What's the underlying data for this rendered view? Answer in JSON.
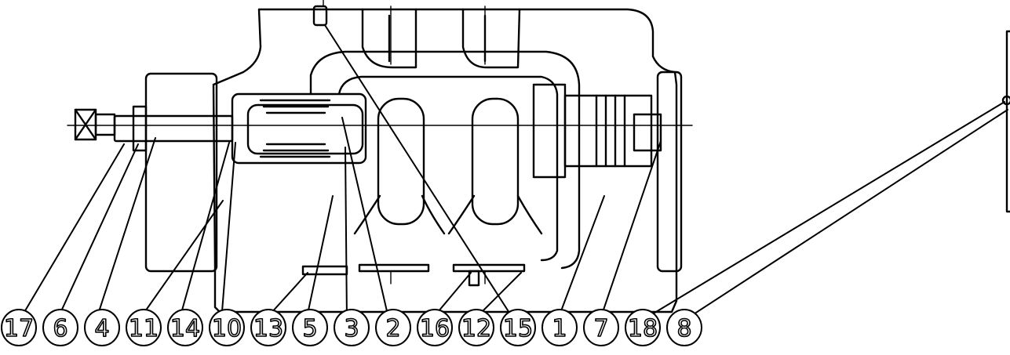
{
  "diagram": {
    "line_color": "#000000",
    "background": "#ffffff",
    "callouts": [
      {
        "label": "17"
      },
      {
        "label": "6"
      },
      {
        "label": "4"
      },
      {
        "label": "11"
      },
      {
        "label": "14"
      },
      {
        "label": "10"
      },
      {
        "label": "13"
      },
      {
        "label": "5"
      },
      {
        "label": "3"
      },
      {
        "label": "2"
      },
      {
        "label": "16"
      },
      {
        "label": "12"
      },
      {
        "label": "15"
      },
      {
        "label": "1"
      },
      {
        "label": "7"
      },
      {
        "label": "18"
      },
      {
        "label": "8"
      }
    ]
  }
}
